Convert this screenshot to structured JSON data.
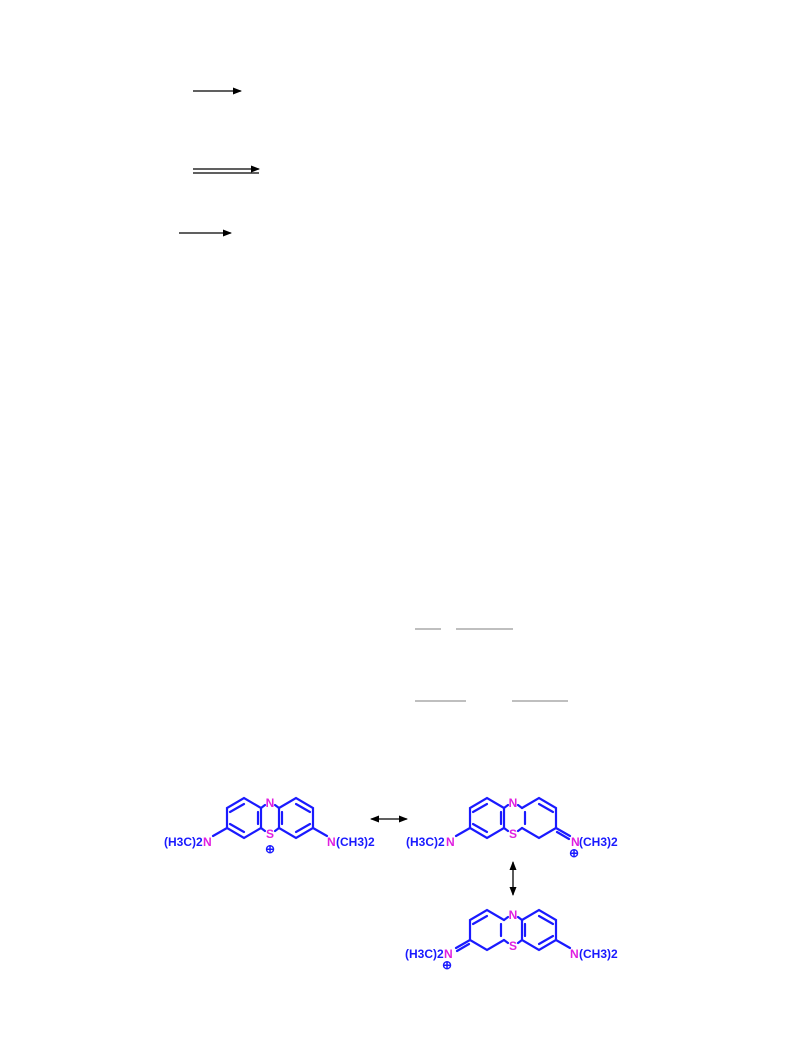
{
  "colors": {
    "bonds": "#1a1aff",
    "hetero_atoms": "#e020e0",
    "arrows": "#000000",
    "rules": "#999999"
  },
  "atoms": {
    "N": "N",
    "S": "S",
    "charge": "⊕"
  },
  "groups": {
    "dimethylamino_right": "N(CH3)2",
    "dimethylamino_left": "(H3C)2N",
    "iminium_right": "(CH3)2",
    "iminium_left": "(H3C)2"
  },
  "structures": [
    {
      "name": "sulfonium-resonance-form",
      "positive_center": "S"
    },
    {
      "name": "right-iminium-resonance-form",
      "positive_center": "N"
    },
    {
      "name": "left-iminium-resonance-form",
      "positive_center": "N"
    }
  ],
  "arrows": [
    {
      "kind": "forward"
    },
    {
      "kind": "equilibrium"
    },
    {
      "kind": "forward"
    },
    {
      "kind": "resonance-horizontal"
    },
    {
      "kind": "resonance-vertical"
    }
  ]
}
